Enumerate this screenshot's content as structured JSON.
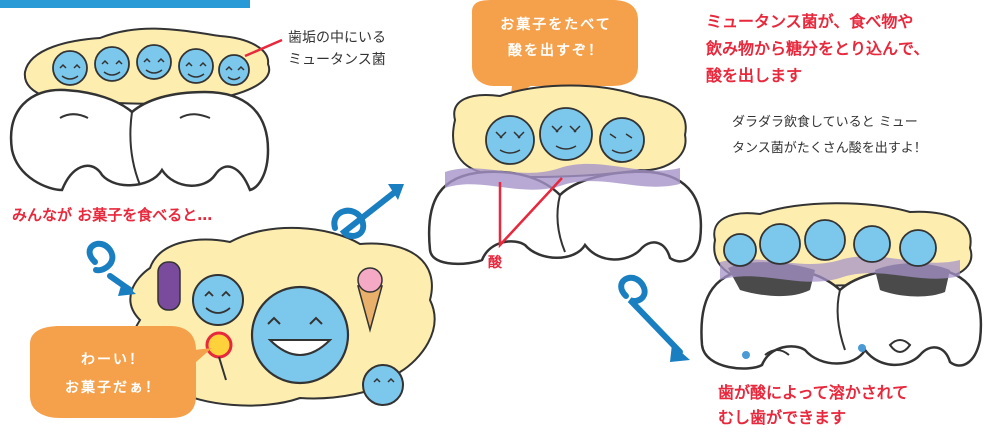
{
  "labels": {
    "plaque_bacteria": [
      "歯垢の中にいる",
      "ミュータンス菌"
    ],
    "everyone_eats": "みんなが お菓子を食べると…",
    "acid": "酸",
    "bubble_eat": [
      "お菓子をたべて",
      "酸を出すぞ！"
    ],
    "bubble_yay": [
      "わーい！",
      "お菓子だぁ！"
    ],
    "heading_right": [
      "ミュータンス菌が、食べ物や",
      "飲み物から糖分をとり込んで、",
      "酸を出します"
    ],
    "note_right": [
      "ダラダラ飲食していると ミュー",
      "タンス菌がたくさん酸を出すよ！"
    ],
    "cavity_caption": [
      "歯が酸によって溶かされて",
      "むし歯ができます"
    ]
  },
  "colors": {
    "accent_red": "#e8283c",
    "plaque_yellow": "#fdeeb0",
    "bacteria_blue": "#7cc8ec",
    "bubble_orange": "#f5a04a",
    "arrow_blue": "#1a7fc0",
    "acid_purple": "#a593c9"
  }
}
